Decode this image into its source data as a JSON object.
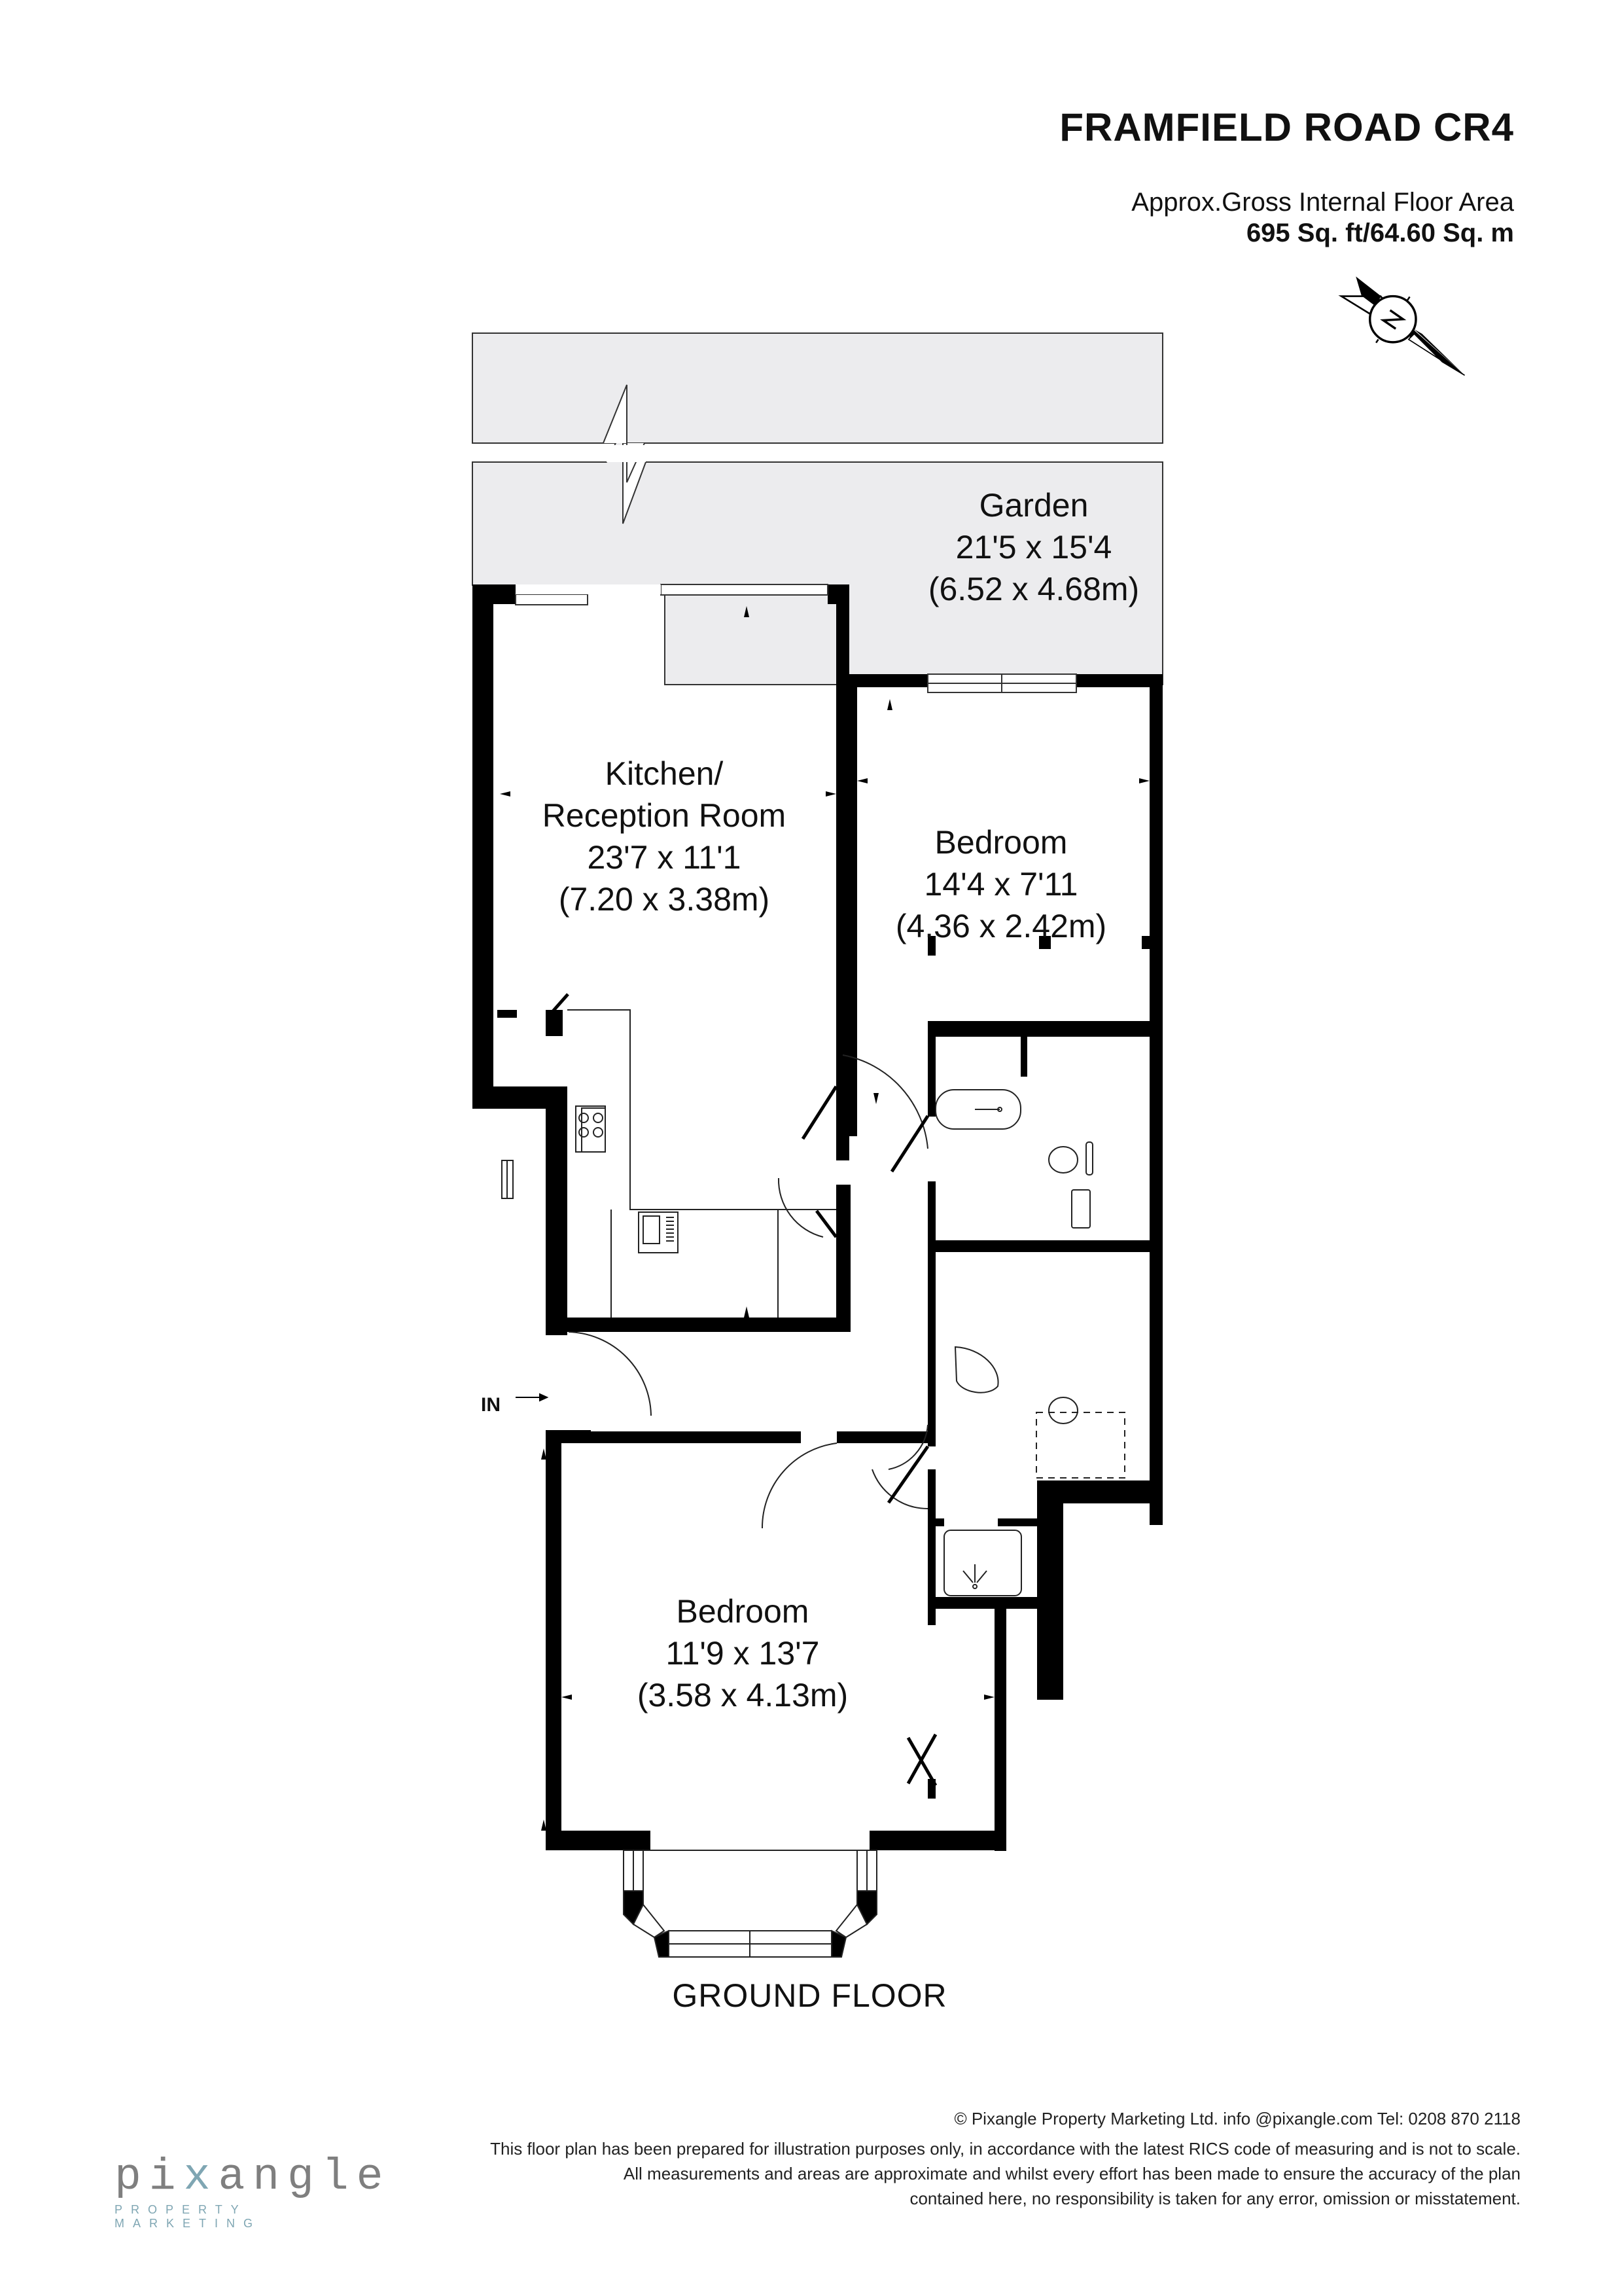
{
  "header": {
    "title": "FRAMFIELD ROAD CR4",
    "area_label": "Approx.Gross Internal Floor Area",
    "area_value": "695 Sq. ft/64.60 Sq. m"
  },
  "compass": {
    "icon": "north-arrow-icon",
    "letter": "N"
  },
  "rooms": [
    {
      "name": "Garden",
      "imperial": "21'5 x 15'4",
      "metric": "(6.52 x 4.68m)"
    },
    {
      "name": "Kitchen/\nReception Room",
      "name_line1": "Kitchen/",
      "name_line2": "Reception Room",
      "imperial": "23'7 x 11'1",
      "metric": "(7.20 x 3.38m)"
    },
    {
      "name": "Bedroom",
      "imperial": "14'4 x 7'11",
      "metric": "(4.36 x 2.42m)"
    },
    {
      "name": "Bedroom",
      "imperial": "11'9 x 13'7",
      "metric": "(3.58 x 4.13m)"
    }
  ],
  "entrance": {
    "label": "IN"
  },
  "floor_label": "GROUND FLOOR",
  "footer": {
    "copyright": "© Pixangle Property Marketing Ltd. info @pixangle.com Tel: 0208 870 2118",
    "disclaimer_lines": [
      "This floor plan has been prepared for illustration purposes only, in accordance with the latest RICS code of measuring and is not to scale.",
      "All measurements and areas are approximate and whilst every effort has been made to ensure the accuracy of the plan",
      "contained here, no responsibility is taken for any error, omission or misstatement."
    ]
  },
  "logo": {
    "word_pre": "pi",
    "word_x": "x",
    "word_post": "angle",
    "tagline": "PROPERTY MARKETING"
  },
  "colors": {
    "wall": "#000000",
    "garden_fill": "#ececee",
    "logo_grey": "#7f7f7f",
    "logo_accent": "#7fa6b3"
  }
}
